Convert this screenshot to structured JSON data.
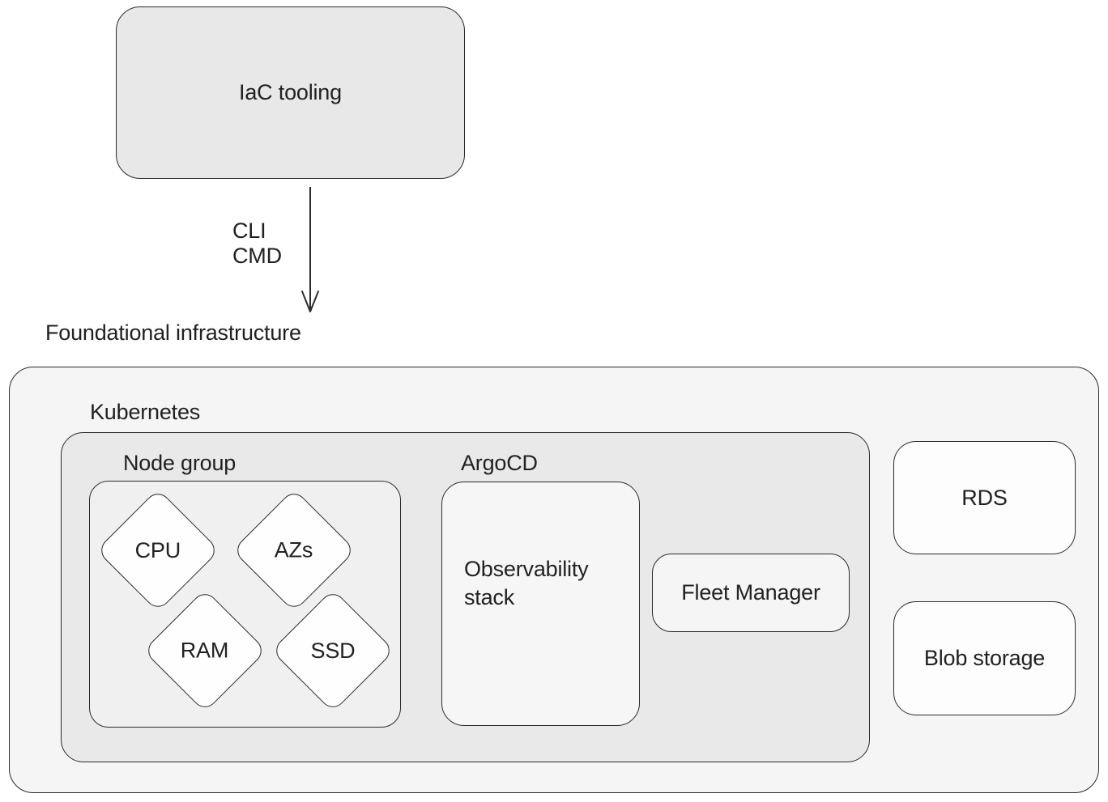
{
  "colors": {
    "border": "#2b2b2b",
    "text": "#212121",
    "page_bg": "#ffffff",
    "iac_fill": "#e8e8e8",
    "outer_fill": "#f5f5f5",
    "kubernetes_fill": "#e9e9e9",
    "node_group_fill": "#f0f0f0",
    "observability_fill": "#f6f6f6",
    "fleet_fill": "#f5f5f5",
    "db_fill": "#fdfdfd",
    "diamond_fill": "#fefefe"
  },
  "diagram": {
    "iac_label": "IaC tooling",
    "arrow_labels": [
      "CLI",
      "CMD"
    ],
    "foundational_label": "Foundational infrastructure",
    "kubernetes_label": "Kubernetes",
    "node_group_label": "Node group",
    "diamonds": [
      {
        "label": "CPU"
      },
      {
        "label": "AZs"
      },
      {
        "label": "RAM"
      },
      {
        "label": "SSD"
      }
    ],
    "argocd_label": "ArgoCD",
    "observability_label": "Observability stack",
    "fleet_label": "Fleet Manager",
    "rds_label": "RDS",
    "blob_label": "Blob storage"
  }
}
